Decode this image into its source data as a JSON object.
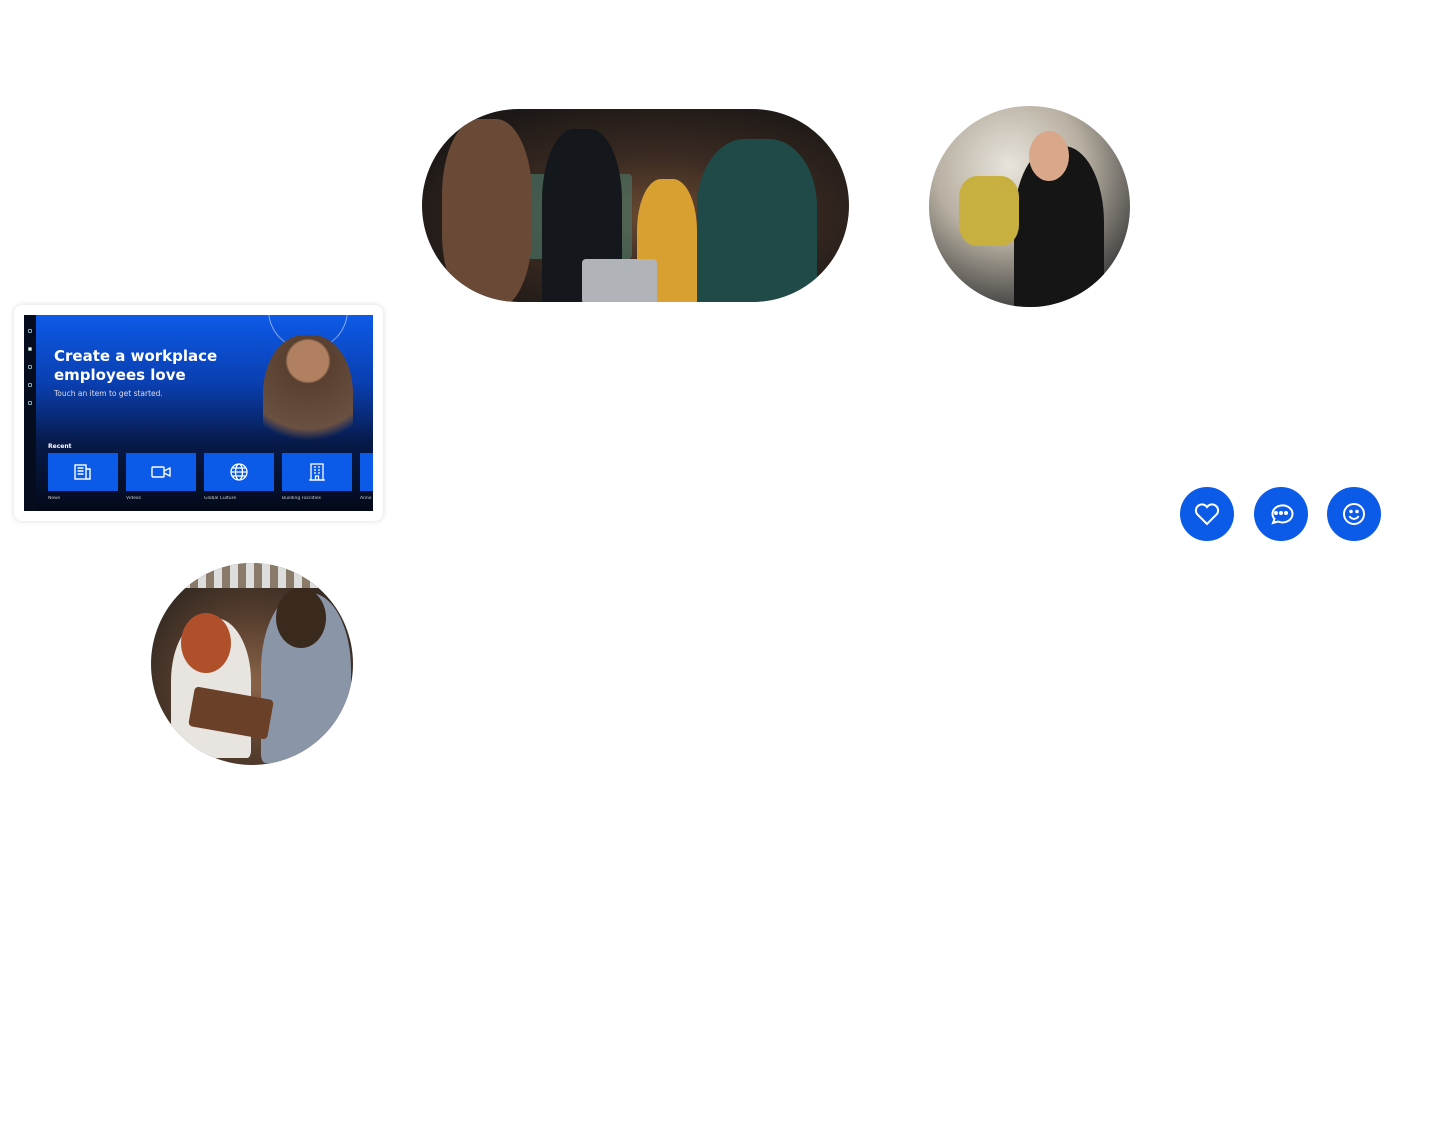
{
  "hero": {
    "title": "Create a workplace employees love",
    "subtitle": "Touch an item to get started."
  },
  "recent": {
    "label": "Recent",
    "tiles": [
      {
        "label": "News",
        "icon": "newspaper-icon"
      },
      {
        "label": "Videos",
        "icon": "video-icon"
      },
      {
        "label": "Global Culture",
        "icon": "globe-icon"
      },
      {
        "label": "Building Facilities",
        "icon": "building-icon"
      },
      {
        "label": "Anno",
        "icon": "announcement-icon"
      }
    ]
  },
  "actions": [
    {
      "icon": "heart-icon"
    },
    {
      "icon": "chat-icon"
    },
    {
      "icon": "smile-icon"
    }
  ],
  "colors": {
    "accent": "#0b5ae8"
  }
}
